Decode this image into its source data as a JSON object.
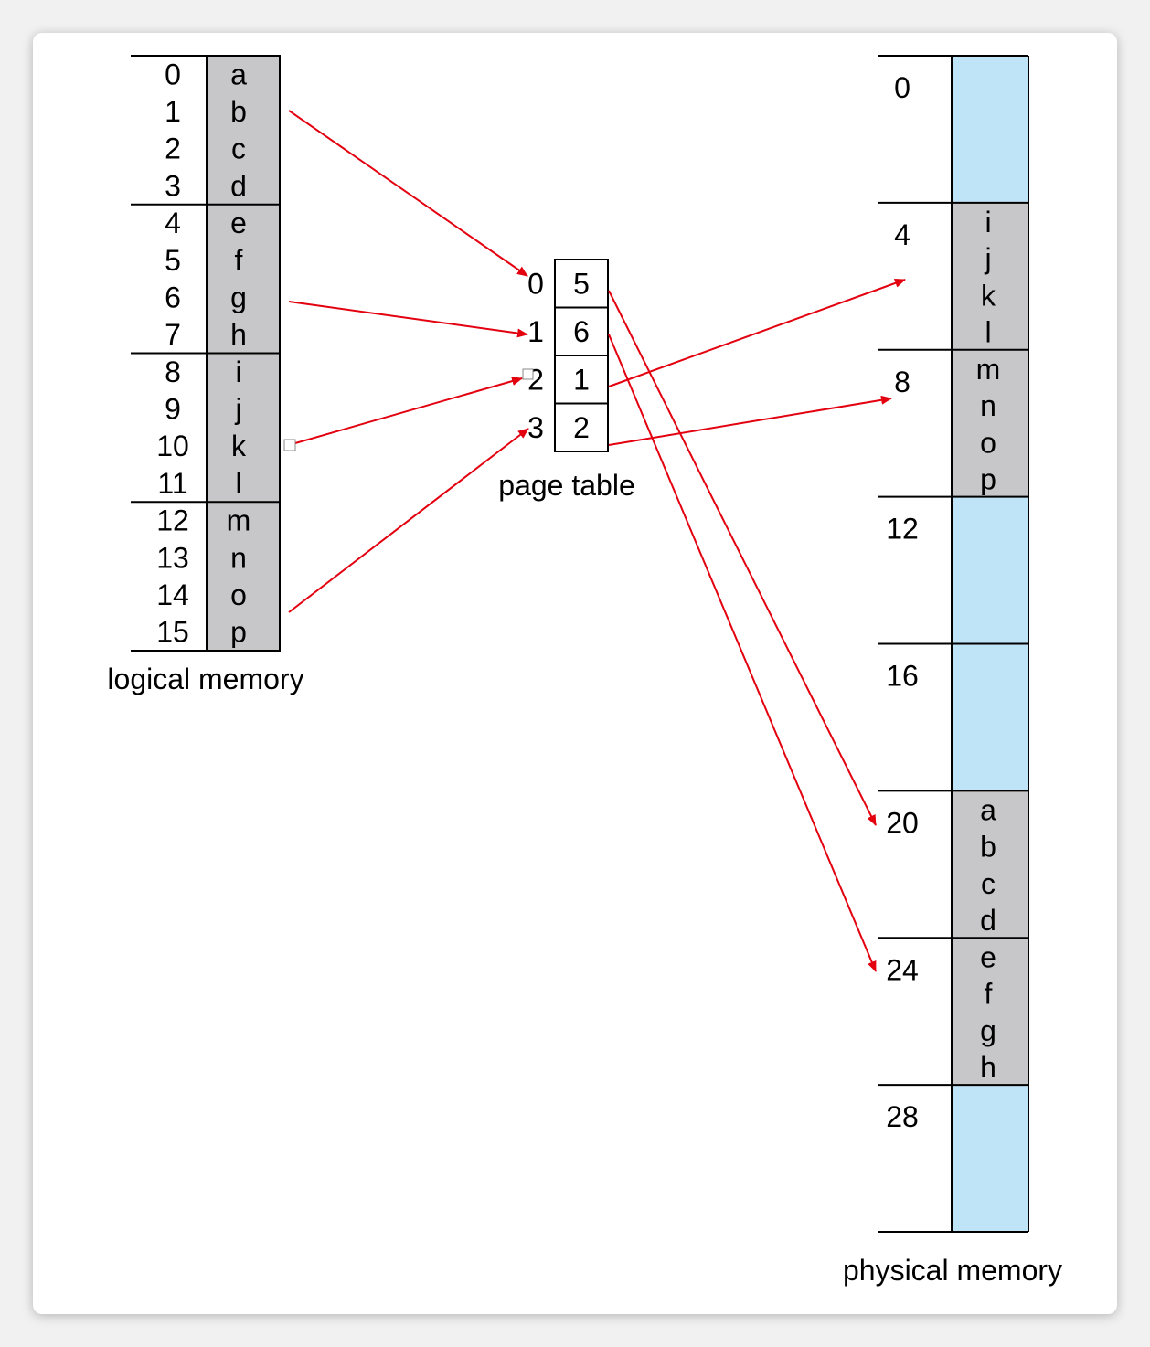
{
  "colors": {
    "cell_gray": "#c7c7c9",
    "cell_blue": "#bfe3f7",
    "arrow": "#e3000f",
    "line": "#000000"
  },
  "logical_memory": {
    "caption": "logical memory",
    "addresses": [
      "0",
      "1",
      "2",
      "3",
      "4",
      "5",
      "6",
      "7",
      "8",
      "9",
      "10",
      "11",
      "12",
      "13",
      "14",
      "15"
    ],
    "contents": [
      "a",
      "b",
      "c",
      "d",
      "e",
      "f",
      "g",
      "h",
      "i",
      "j",
      "k",
      "l",
      "m",
      "n",
      "o",
      "p"
    ]
  },
  "page_table": {
    "caption": "page table",
    "indices": [
      "0",
      "1",
      "2",
      "3"
    ],
    "frames": [
      "5",
      "6",
      "1",
      "2"
    ]
  },
  "physical_memory": {
    "caption": "physical memory",
    "frame_addresses": [
      "0",
      "4",
      "8",
      "12",
      "16",
      "20",
      "24",
      "28"
    ],
    "frames": [
      {
        "contents": []
      },
      {
        "contents": [
          "i",
          "j",
          "k",
          "l"
        ]
      },
      {
        "contents": [
          "m",
          "n",
          "o",
          "p"
        ]
      },
      {
        "contents": []
      },
      {
        "contents": []
      },
      {
        "contents": [
          "a",
          "b",
          "c",
          "d"
        ]
      },
      {
        "contents": [
          "e",
          "f",
          "g",
          "h"
        ]
      },
      {
        "contents": []
      }
    ]
  }
}
